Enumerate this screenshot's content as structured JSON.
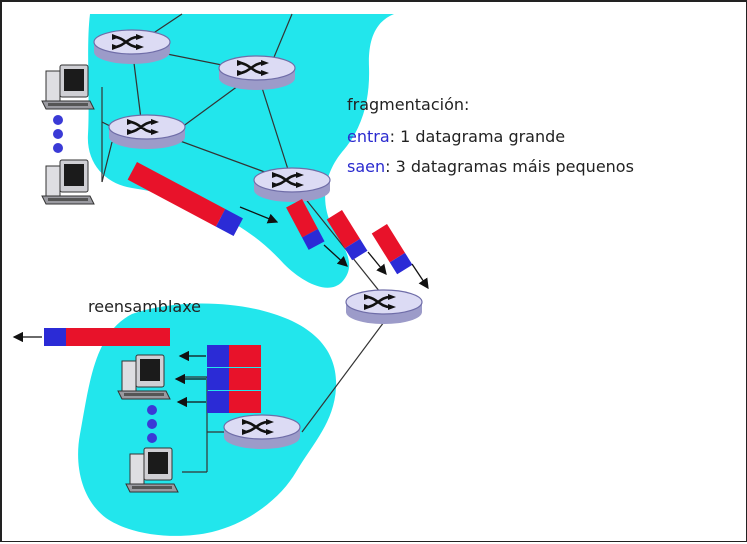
{
  "fragmentation": {
    "title": "fragmentación:",
    "in_key": "entra",
    "in_value": ": 1 datagrama grande",
    "out_key": "saen",
    "out_value": ": 3 datagramas máis pequenos"
  },
  "reassembly": {
    "label": "reensamblaxe"
  },
  "colors": {
    "cloud": "#22e6ec",
    "router_fill": "#c7c6ea",
    "router_stroke": "#6f6da8",
    "packet_red": "#e8122a",
    "packet_blue": "#2b2bd6",
    "key_blue": "#2a2acf",
    "line": "#333333",
    "dots": "#3a3ad6"
  }
}
